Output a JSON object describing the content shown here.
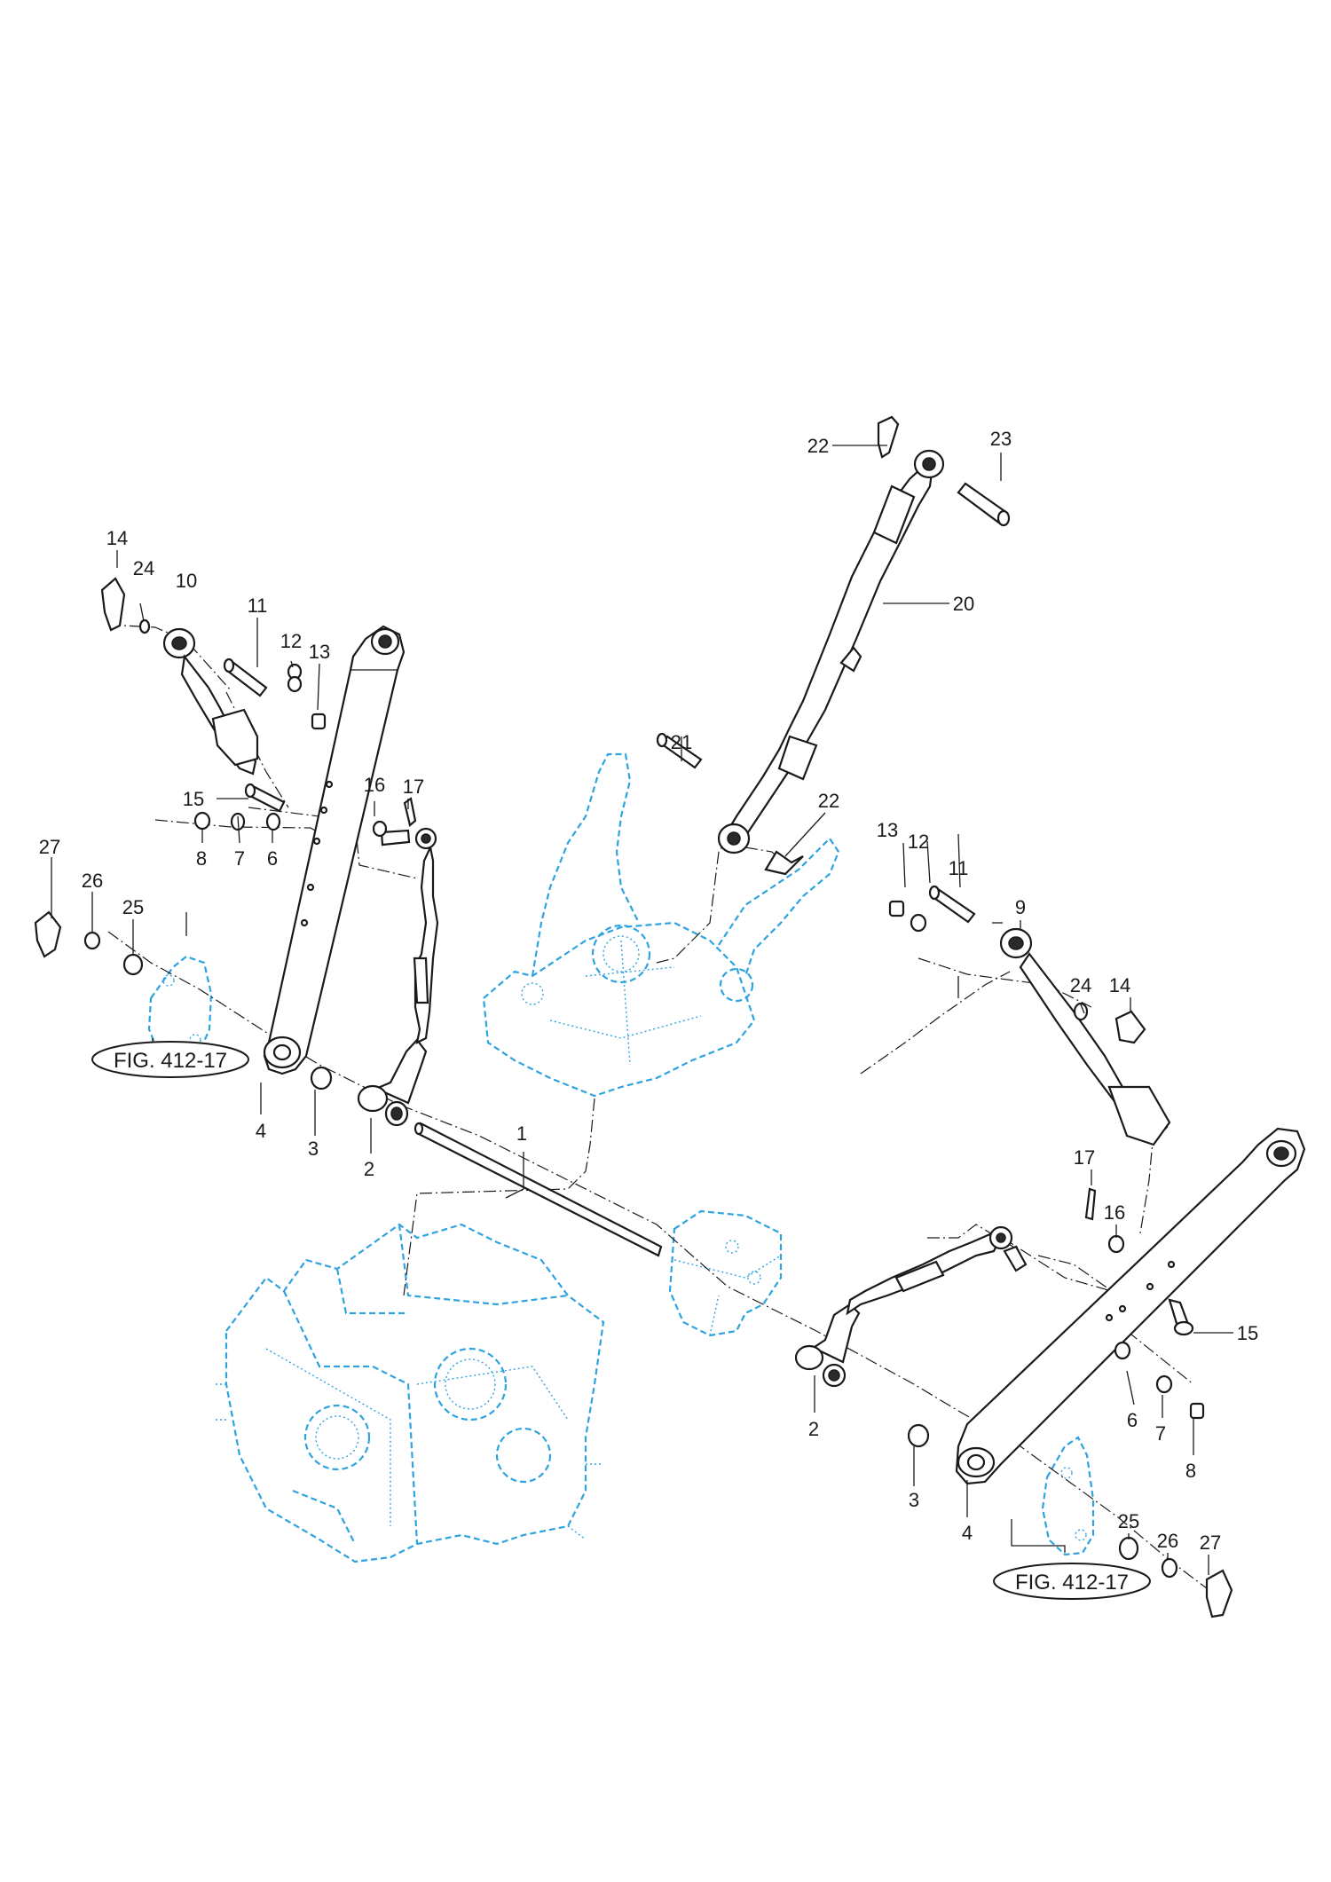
{
  "colors": {
    "line": "#1a1a1a",
    "reference_housing": "#2ea3e0",
    "background": "#ffffff"
  },
  "figure_refs": [
    "FIG. 412-17",
    "FIG. 412-17"
  ],
  "callouts": [
    {
      "id": "c1",
      "label": "1"
    },
    {
      "id": "c2a",
      "label": "2"
    },
    {
      "id": "c2b",
      "label": "2"
    },
    {
      "id": "c3a",
      "label": "3"
    },
    {
      "id": "c3b",
      "label": "3"
    },
    {
      "id": "c4a",
      "label": "4"
    },
    {
      "id": "c4b",
      "label": "4"
    },
    {
      "id": "c6a",
      "label": "6"
    },
    {
      "id": "c6b",
      "label": "6"
    },
    {
      "id": "c7a",
      "label": "7"
    },
    {
      "id": "c7b",
      "label": "7"
    },
    {
      "id": "c8a",
      "label": "8"
    },
    {
      "id": "c8b",
      "label": "8"
    },
    {
      "id": "c9",
      "label": "9"
    },
    {
      "id": "c10",
      "label": "10"
    },
    {
      "id": "c11a",
      "label": "11"
    },
    {
      "id": "c11b",
      "label": "11"
    },
    {
      "id": "c12a",
      "label": "12"
    },
    {
      "id": "c12b",
      "label": "12"
    },
    {
      "id": "c13a",
      "label": "13"
    },
    {
      "id": "c13b",
      "label": "13"
    },
    {
      "id": "c14a",
      "label": "14"
    },
    {
      "id": "c14b",
      "label": "14"
    },
    {
      "id": "c15a",
      "label": "15"
    },
    {
      "id": "c15b",
      "label": "15"
    },
    {
      "id": "c16a",
      "label": "16"
    },
    {
      "id": "c16b",
      "label": "16"
    },
    {
      "id": "c17a",
      "label": "17"
    },
    {
      "id": "c17b",
      "label": "17"
    },
    {
      "id": "c20",
      "label": "20"
    },
    {
      "id": "c21",
      "label": "21"
    },
    {
      "id": "c22a",
      "label": "22"
    },
    {
      "id": "c22b",
      "label": "22"
    },
    {
      "id": "c23",
      "label": "23"
    },
    {
      "id": "c24a",
      "label": "24"
    },
    {
      "id": "c24b",
      "label": "24"
    },
    {
      "id": "c25a",
      "label": "25"
    },
    {
      "id": "c25b",
      "label": "25"
    },
    {
      "id": "c26a",
      "label": "26"
    },
    {
      "id": "c26b",
      "label": "26"
    },
    {
      "id": "c27a",
      "label": "27"
    },
    {
      "id": "c27b",
      "label": "27"
    }
  ]
}
